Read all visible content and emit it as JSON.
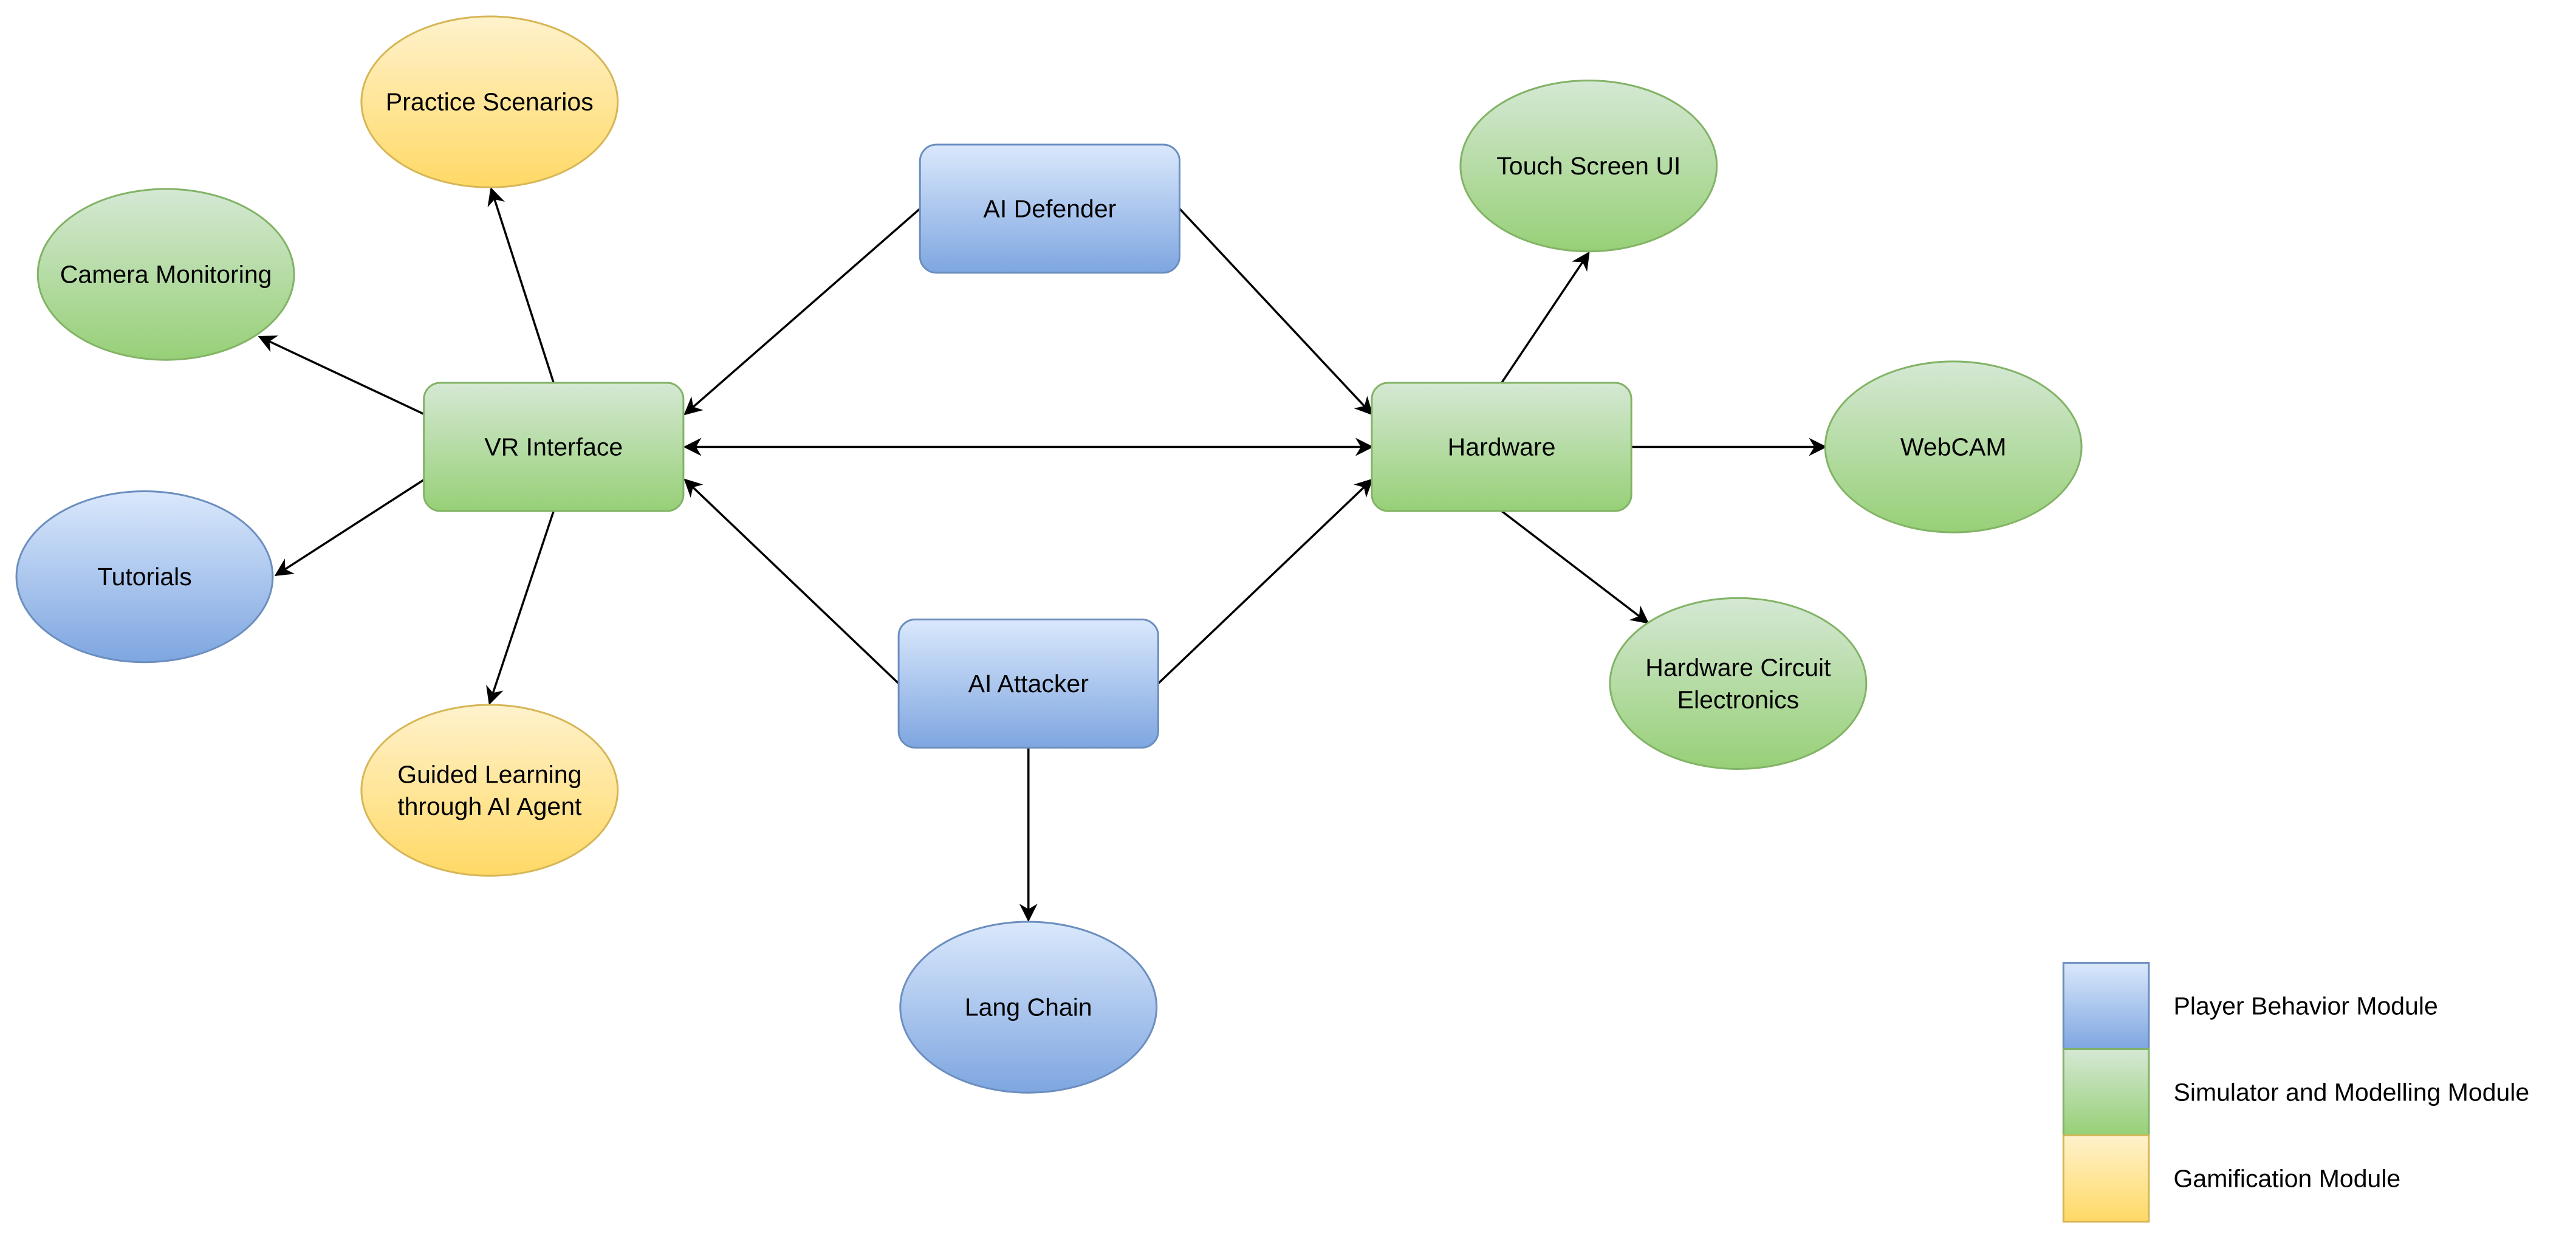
{
  "colors": {
    "blue_fill_top": "#dae8fc",
    "blue_fill_bottom": "#7ea6e0",
    "blue_stroke": "#6c8ebf",
    "green_fill_top": "#d5e8d4",
    "green_fill_bottom": "#97d077",
    "green_stroke": "#82b366",
    "yellow_fill_top": "#fff2cc",
    "yellow_fill_bottom": "#ffd966",
    "yellow_stroke": "#d6b656",
    "edge": "#000000"
  },
  "nodes": {
    "practice_scenarios": {
      "label": [
        "Practice Scenarios"
      ],
      "shape": "ellipse",
      "module": "gamification"
    },
    "camera_monitoring": {
      "label": [
        "Camera Monitoring"
      ],
      "shape": "ellipse",
      "module": "simulator"
    },
    "vr_interface": {
      "label": [
        "VR Interface"
      ],
      "shape": "rect",
      "module": "simulator"
    },
    "tutorials": {
      "label": [
        "Tutorials"
      ],
      "shape": "ellipse",
      "module": "player"
    },
    "guided_learning": {
      "label": [
        "Guided Learning",
        "through AI Agent"
      ],
      "shape": "ellipse",
      "module": "gamification"
    },
    "ai_defender": {
      "label": [
        "AI Defender"
      ],
      "shape": "rect",
      "module": "player"
    },
    "ai_attacker": {
      "label": [
        "AI Attacker"
      ],
      "shape": "rect",
      "module": "player"
    },
    "lang_chain": {
      "label": [
        "Lang Chain"
      ],
      "shape": "ellipse",
      "module": "player"
    },
    "hardware": {
      "label": [
        "Hardware"
      ],
      "shape": "rect",
      "module": "simulator"
    },
    "touch_screen_ui": {
      "label": [
        "Touch Screen UI"
      ],
      "shape": "ellipse",
      "module": "simulator"
    },
    "webcam": {
      "label": [
        "WebCAM"
      ],
      "shape": "ellipse",
      "module": "simulator"
    },
    "hardware_circuit": {
      "label": [
        "Hardware Circuit",
        "Electronics"
      ],
      "shape": "ellipse",
      "module": "simulator"
    }
  },
  "edges": [
    {
      "from": "vr_interface",
      "to": "practice_scenarios",
      "direction": "forward"
    },
    {
      "from": "vr_interface",
      "to": "camera_monitoring",
      "direction": "forward"
    },
    {
      "from": "vr_interface",
      "to": "tutorials",
      "direction": "forward"
    },
    {
      "from": "vr_interface",
      "to": "guided_learning",
      "direction": "forward"
    },
    {
      "from": "ai_defender",
      "to": "vr_interface",
      "direction": "forward"
    },
    {
      "from": "ai_defender",
      "to": "hardware",
      "direction": "forward"
    },
    {
      "from": "ai_attacker",
      "to": "vr_interface",
      "direction": "forward"
    },
    {
      "from": "ai_attacker",
      "to": "hardware",
      "direction": "forward"
    },
    {
      "from": "ai_attacker",
      "to": "lang_chain",
      "direction": "forward"
    },
    {
      "from": "vr_interface",
      "to": "hardware",
      "direction": "both"
    },
    {
      "from": "hardware",
      "to": "touch_screen_ui",
      "direction": "forward"
    },
    {
      "from": "hardware",
      "to": "webcam",
      "direction": "forward"
    },
    {
      "from": "hardware",
      "to": "hardware_circuit",
      "direction": "forward"
    }
  ],
  "legend": [
    {
      "module": "player",
      "label": "Player Behavior Module"
    },
    {
      "module": "simulator",
      "label": "Simulator and Modelling Module"
    },
    {
      "module": "gamification",
      "label": "Gamification Module"
    }
  ]
}
